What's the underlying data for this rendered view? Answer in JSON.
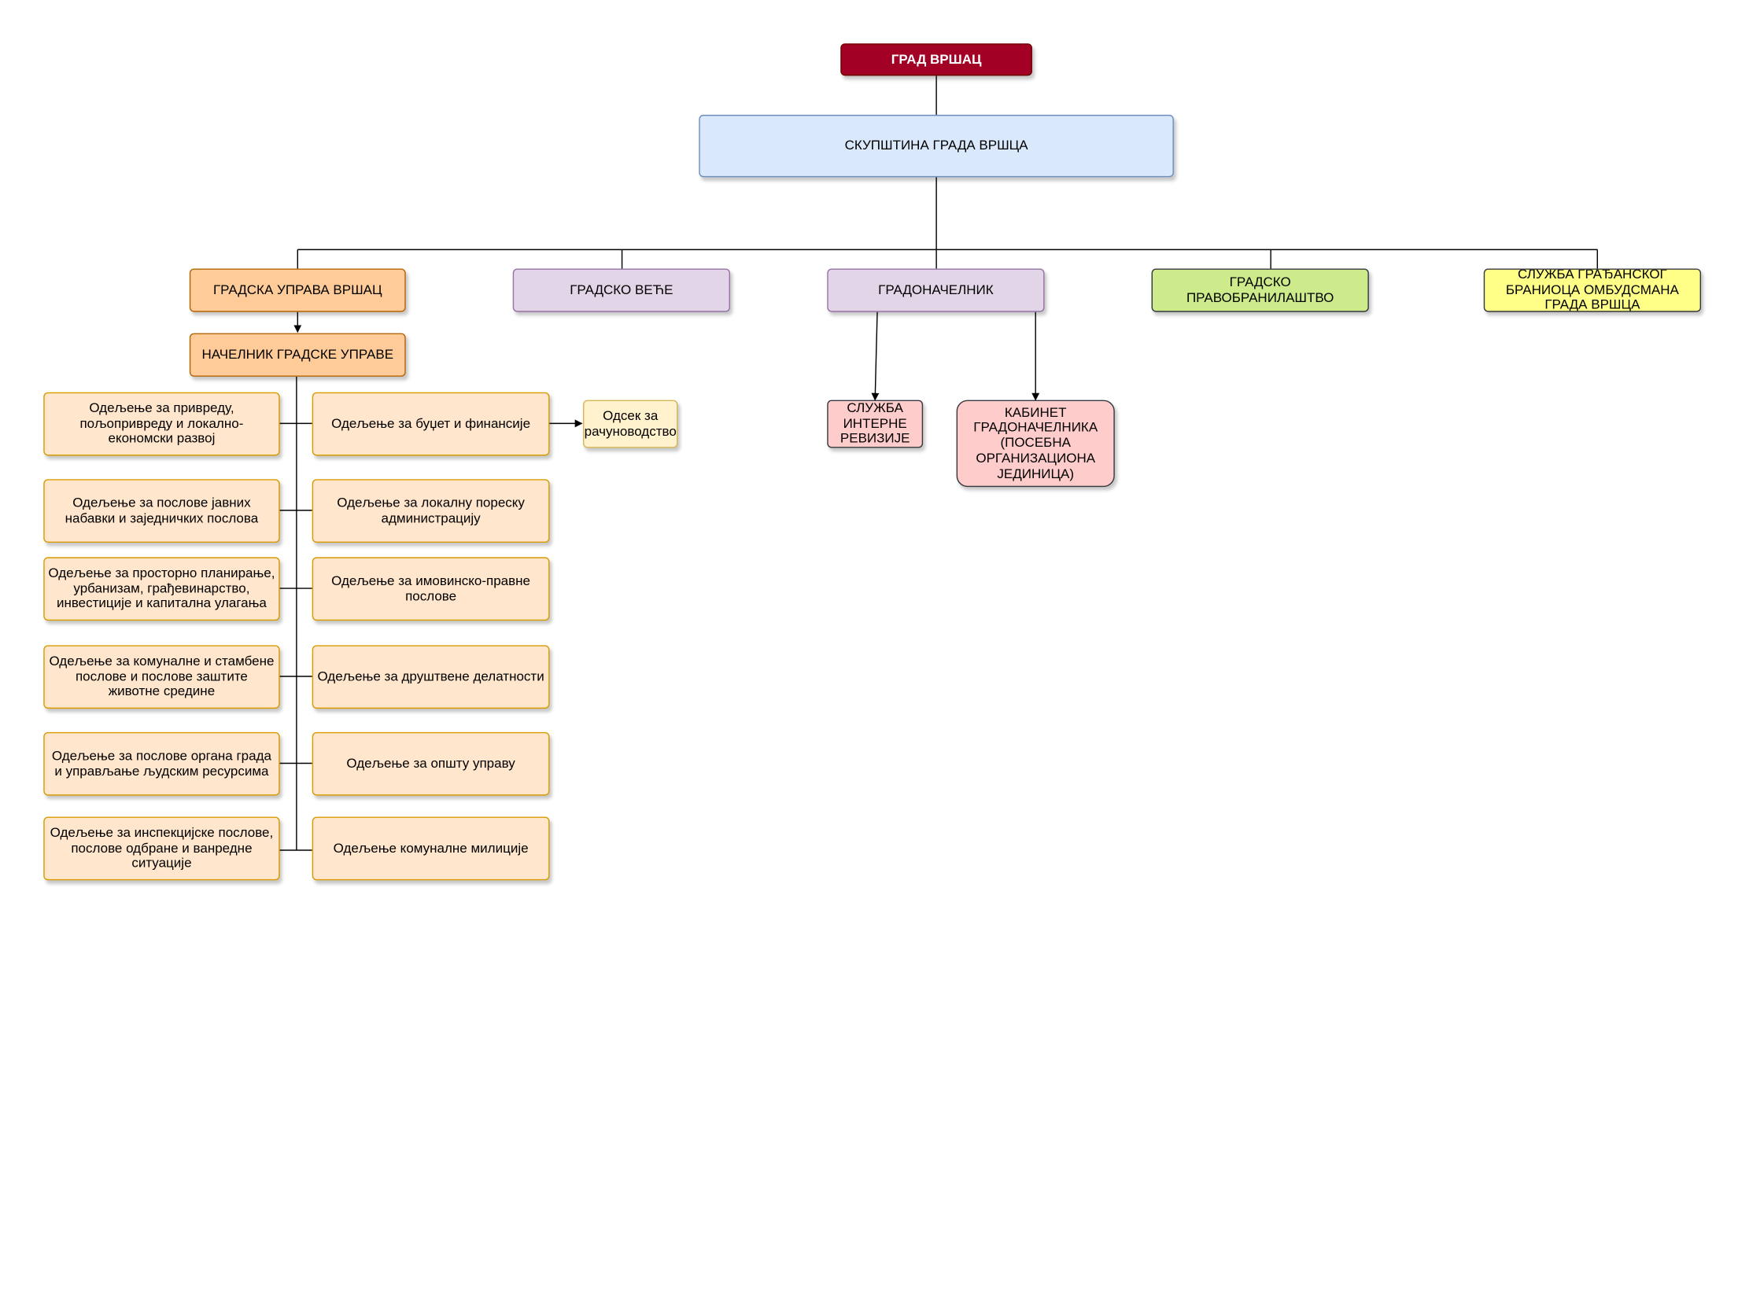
{
  "diagram": {
    "root": "ГРАД ВРШАЦ",
    "assembly": "СКУПШТИНА ГРАДА ВРШЦА",
    "bodies": {
      "city_administration": "ГРАДСКА УПРАВА ВРШАЦ",
      "city_council": "ГРАДСКО ВЕЋЕ",
      "mayor": "ГРАДОНАЧЕЛНИК",
      "attorney": "ГРАДСКО ПРАВОБРАНИЛАШТВО",
      "ombudsman": "СЛУЖБА ГРАЂАНСКОГ БРАНИОЦА ОМБУДСМАНА ГРАДА ВРШЦА"
    },
    "administration_head": "НАЧЕЛНИК ГРАДСКЕ УПРАВЕ",
    "departments_left": [
      "Одељење за привреду, пољопривреду и локално-економски развој",
      "Одељење за послове јавних набавки и заједничких послова",
      "Одељење за просторно планирање, урбанизам, грађевинарство, инвестиције и капитална улагања",
      "Одељење за комуналне и стамбене послове и послове заштите животне средине",
      "Одељење за послове органа града и управљање људским ресурсима",
      "Одељење за инспекцијске послове, послове одбране и ванредне ситуације"
    ],
    "departments_right": [
      "Одељење за буџет и финансије",
      "Одељење за локалну пореску администрацију",
      "Одељење за имовинско-правне послове",
      "Одељење за друштвене делатности",
      "Одељење за општу управу",
      "Одељење комуналне милиције"
    ],
    "accounting_section": "Одсек за рачуноводство",
    "internal_audit": "СЛУЖБА ИНТЕРНЕ РЕВИЗИЈЕ",
    "mayor_cabinet": "КАБИНЕТ ГРАДОНАЧЕЛНИКА (ПОСЕБНА ОРГАНИЗАЦИОНА ЈЕДИНИЦА)"
  }
}
